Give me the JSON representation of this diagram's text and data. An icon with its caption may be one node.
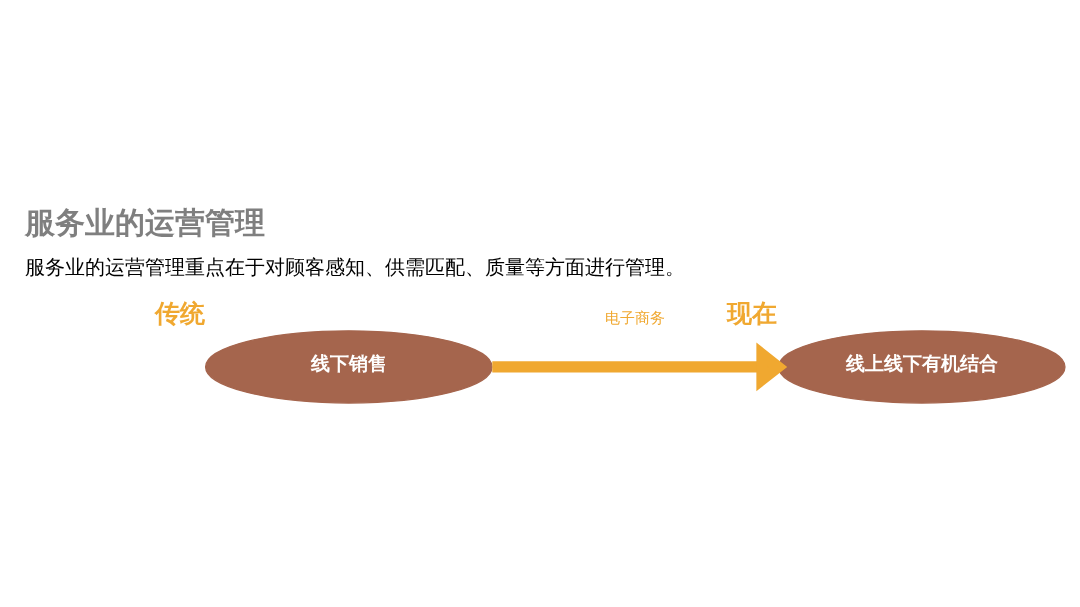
{
  "diagram": {
    "title": "服务业的运营管理",
    "nodes": [
      {
        "text": [
          "传统",
          "线下销售"
        ]
      },
      {
        "text": [
          "现在",
          "线上线下有机结合"
        ]
      }
    ],
    "edges": [
      {
        "from": 0,
        "to": 1,
        "arrow": "to",
        "label": "电子商务",
        "color": "#f0a830"
      }
    ],
    "labels": [
      "服务业的运营管理重点在于对顾客感知、供需匹配、质量等方面进行管理。"
    ]
  }
}
